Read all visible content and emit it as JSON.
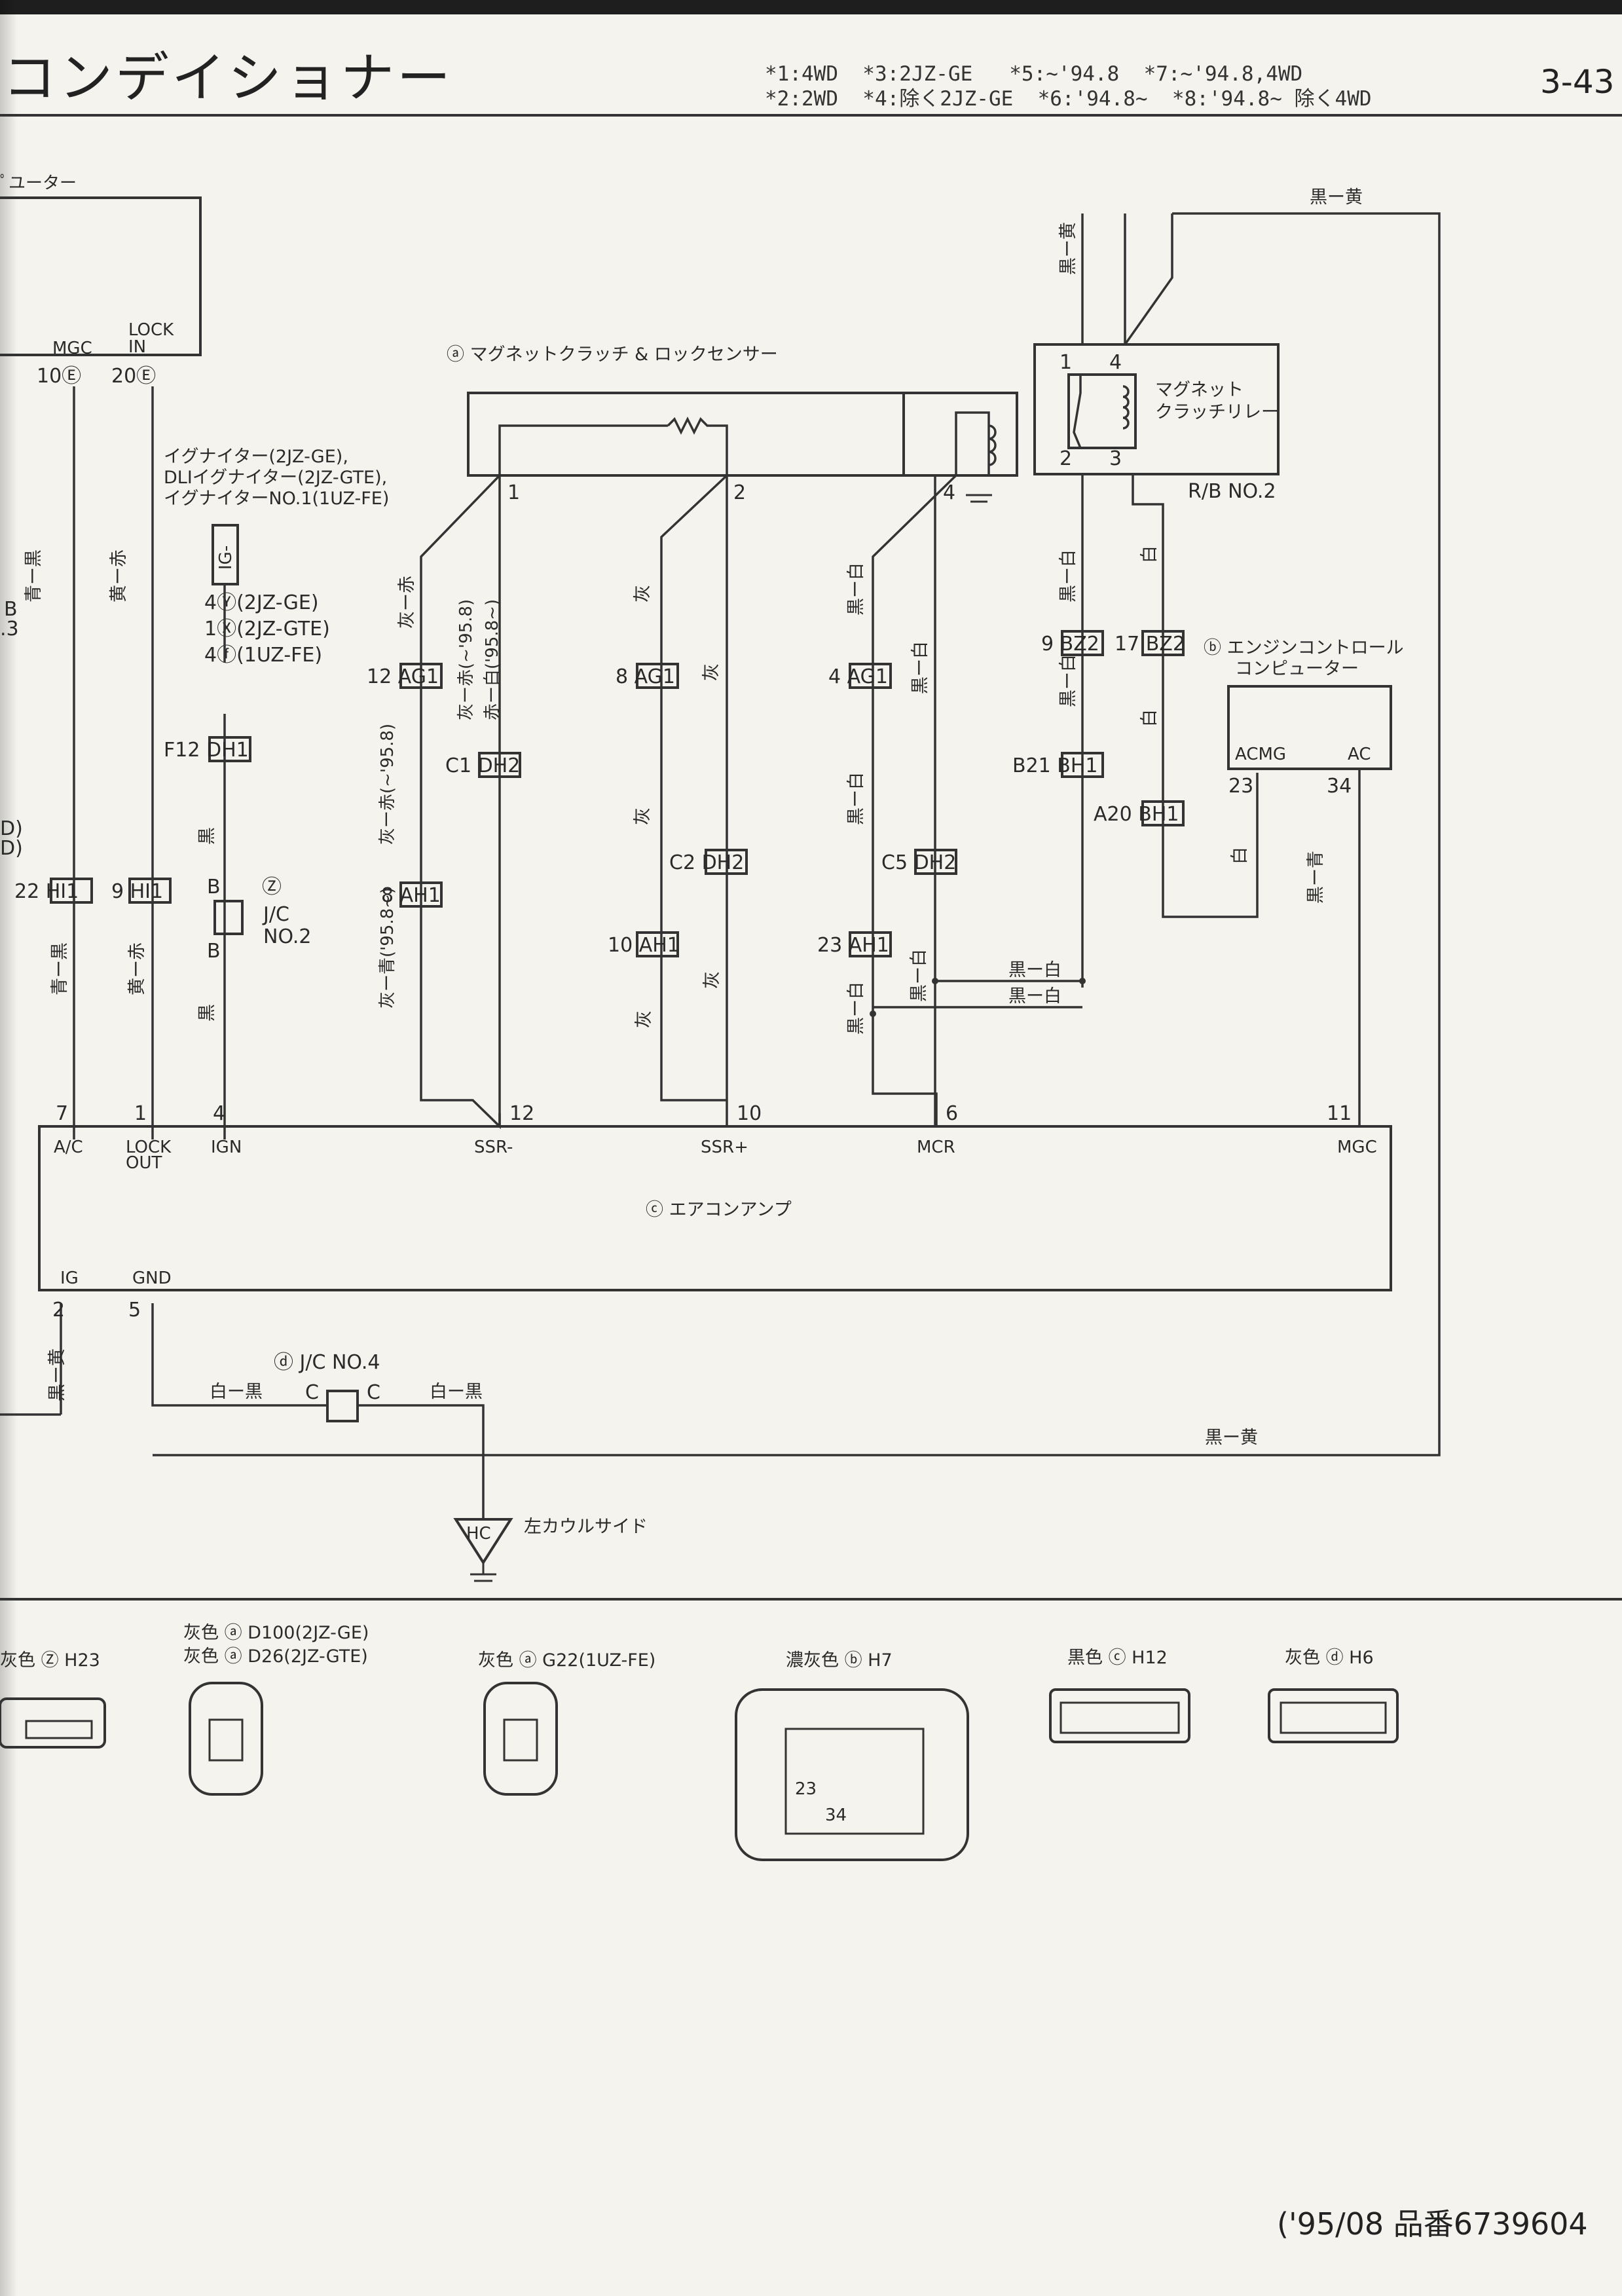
{
  "header": {
    "title": "コンデイショナー",
    "notes": [
      "*1:4WD  *3:2JZ-GE   *5:~'94.8  *7:~'94.8,4WD",
      "*2:2WD  *4:除く2JZ-GE  *6:'94.8~  *8:'94.8~ 除く4WD"
    ],
    "page": "3-43"
  },
  "components": {
    "top_left_computer": "ﾟユーター",
    "clutch_sensor": "ⓐ マグネットクラッチ & ロックセンサー",
    "relay": "マグネット クラッチリレー",
    "rb": "R/B NO.2",
    "ecu": "ⓑ エンジンコントロール コンピューター",
    "ecu_acmg": "ACMG",
    "ecu_ac": "AC",
    "amp": "ⓒ エアコンアンプ",
    "jc2_a": "Ⓩ",
    "jc2_b": "J/C",
    "jc2_c": "NO.2",
    "jc4": "ⓓ J/C NO.4",
    "ground": "左カウルサイド",
    "ground_code": "HC",
    "ig_box": "IG-"
  },
  "igniter": {
    "lines": [
      "イグナイター(2JZ-GE),",
      "DLIイグナイター(2JZ-GTE),",
      "イグナイターNO.1(1UZ-FE)"
    ],
    "pins": [
      "4Ⓨ(2JZ-GE)",
      "1Ⓧ(2JZ-GTE)",
      "4ⓕ(1UZ-FE)"
    ]
  },
  "amp_pins": {
    "top": [
      "7",
      "1",
      "4",
      "12",
      "10",
      "6",
      "11"
    ],
    "top_names": [
      "A/C",
      "LOCK\nOUT",
      "IGN",
      "SSR-",
      "SSR+",
      "MCR",
      "MGC"
    ],
    "bottom": [
      "2",
      "5"
    ],
    "bottom_names": [
      "IG",
      "GND"
    ]
  },
  "left_labels": {
    "mgc": "MGC",
    "lockin": "LOCK IN",
    "pin_mgc": "10Ⓔ",
    "pin_lock": "20Ⓔ",
    "b3a": "B",
    "b3b": ".3",
    "d1": "D)",
    "d2": "D)"
  },
  "connectors": {
    "hi1a": "22 HI1",
    "hi1b": "9 HI1",
    "f12": "F12 DH1",
    "ag1a": "12 AG1",
    "ag1b": "8 AG1",
    "ag1c": "4 AG1",
    "c1": "C1 DH2",
    "c2": "C2 DH2",
    "c5": "C5 DH2",
    "ah1a": "8 AH1",
    "ah1b": "10 AH1",
    "ah1c": "23 AH1",
    "bz2a": "9 BZ2",
    "bz2b": "17 BZ2",
    "b21": "B21 BH1",
    "a20": "A20 BH1",
    "relay_pins": [
      "1",
      "4",
      "2",
      "3"
    ],
    "sensor_pins": [
      "1",
      "2",
      "4"
    ],
    "ecu_pins": [
      "23",
      "34"
    ],
    "jc": [
      "B",
      "B",
      "C",
      "C"
    ]
  },
  "wires": {
    "kuro_ki": "黒ー黄",
    "kuro_shiro": "黒ー白",
    "shiro_kuro": "白ー黒",
    "shiro": "白",
    "hai": "灰",
    "kuro": "黒",
    "ao_kuro": "青ー黒",
    "ki_aka": "黄ー赤",
    "kuro_ki_v": "黒ー黄",
    "kuro_shiro_v": "黒ー白"
  },
  "bottom_connectors": [
    {
      "label": "灰色 Ⓩ H23"
    },
    {
      "label": "灰色 ⓐ D100(2JZ-GE)",
      "label2": "灰色 ⓐ D26(2JZ-GTE)"
    },
    {
      "label": "灰色 ⓐ G22(1UZ-FE)"
    },
    {
      "label": "濃灰色 ⓑ H7"
    },
    {
      "label": "黒色 ⓒ H12"
    },
    {
      "label": "灰色 ⓓ H6"
    }
  ],
  "footer": "('95/08  品番6739604"
}
